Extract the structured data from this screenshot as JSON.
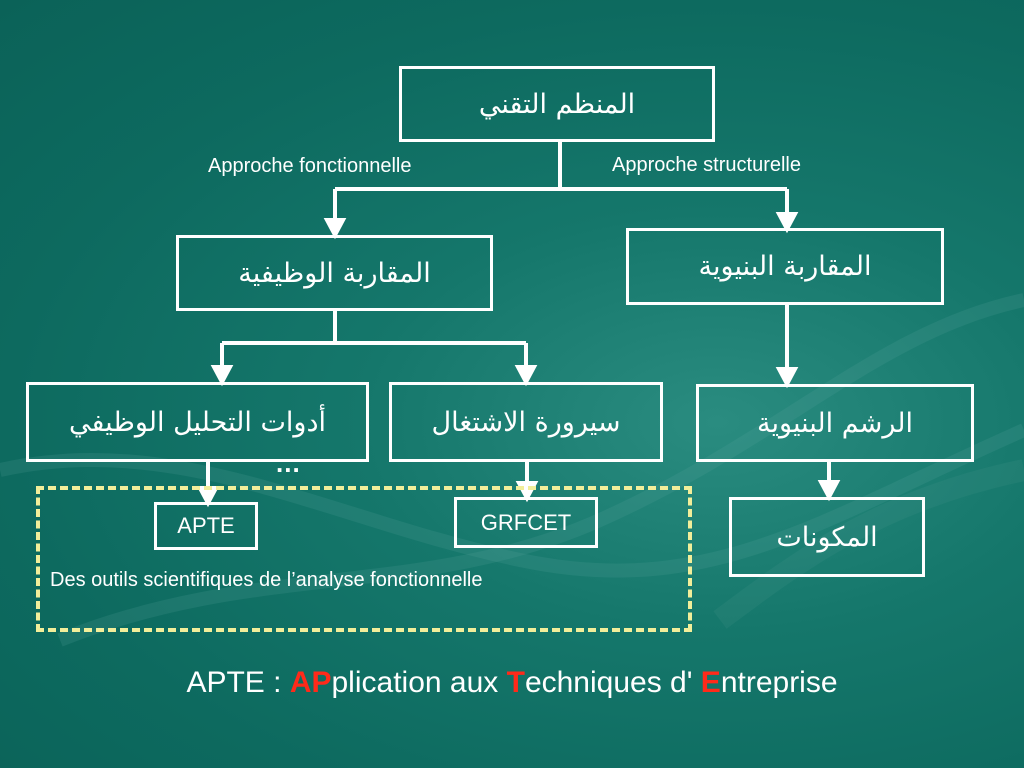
{
  "diagram": {
    "root": "المنظم التقني",
    "left_approach_label": "Approche fonctionnelle",
    "right_approach_label": "Approche structurelle",
    "functional_approach": "المقاربة الوظيفية",
    "structural_approach": "المقاربة البنيوية",
    "functional_analysis_tools": "أدوات التحليل الوظيفي",
    "operation_process": "سيرورة الاشتغال",
    "structural_drawing": "الرشم البنيوية",
    "components": "المكونات",
    "ellipsis": "...",
    "tool_apte": "APTE",
    "tool_grafcet": "GRFCET",
    "tools_caption": "Des outils scientifiques de l’analyse fonctionnelle"
  },
  "footer": {
    "prefix": "APTE : ",
    "ap_red": "AP",
    "ap_rest": "plication aux ",
    "t_red": "T",
    "t_rest": "echniques d' ",
    "e_red": "E",
    "e_rest": "ntreprise"
  },
  "colors": {
    "background": "#0f6e63",
    "box_border": "#ffffff",
    "dashed_frame": "#f2ee9a",
    "highlight_red": "#ff2a1a"
  }
}
